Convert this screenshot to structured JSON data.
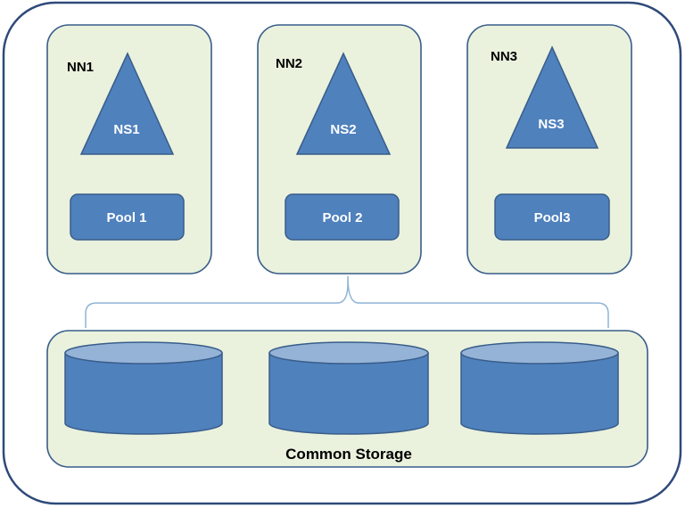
{
  "colors": {
    "outline": "#2f4a7a",
    "panel_fill": "#eaf1dd",
    "shape_fill": "#4f81bd",
    "shape_stroke": "#385d8a",
    "cylinder_top": "#95b3d7",
    "connector": "#8eb4d6"
  },
  "namenodes": [
    {
      "name": "NN1",
      "namespace": "NS1",
      "pool": "Pool 1"
    },
    {
      "name": "NN2",
      "namespace": "NS2",
      "pool": "Pool 2"
    },
    {
      "name": "NN3",
      "namespace": "NS3",
      "pool": "Pool3"
    }
  ],
  "storage": {
    "label": "Common Storage",
    "disk_icon": "cylinder-disk"
  }
}
